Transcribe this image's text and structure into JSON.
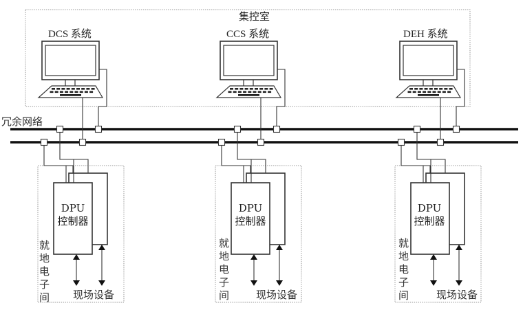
{
  "control_room": {
    "title": "集控室",
    "workstations": [
      {
        "label": "DCS 系统",
        "icon": "computer-icon"
      },
      {
        "label": "CCS 系统",
        "icon": "computer-icon"
      },
      {
        "label": "DEH 系统",
        "icon": "computer-icon"
      }
    ]
  },
  "network": {
    "label": "冗余网络"
  },
  "field_rooms": [
    {
      "controller_line1": "DPU",
      "controller_line2": "控制器",
      "room_label": "就地电子间",
      "devices_label": "现场设备"
    },
    {
      "controller_line1": "DPU",
      "controller_line2": "控制器",
      "room_label": "就地电子间",
      "devices_label": "现场设备"
    },
    {
      "controller_line1": "DPU",
      "controller_line2": "控制器",
      "room_label": "就地电子间",
      "devices_label": "现场设备"
    }
  ],
  "colors": {
    "line": "#333333",
    "bus": "#111111",
    "dotted": "#999999"
  }
}
